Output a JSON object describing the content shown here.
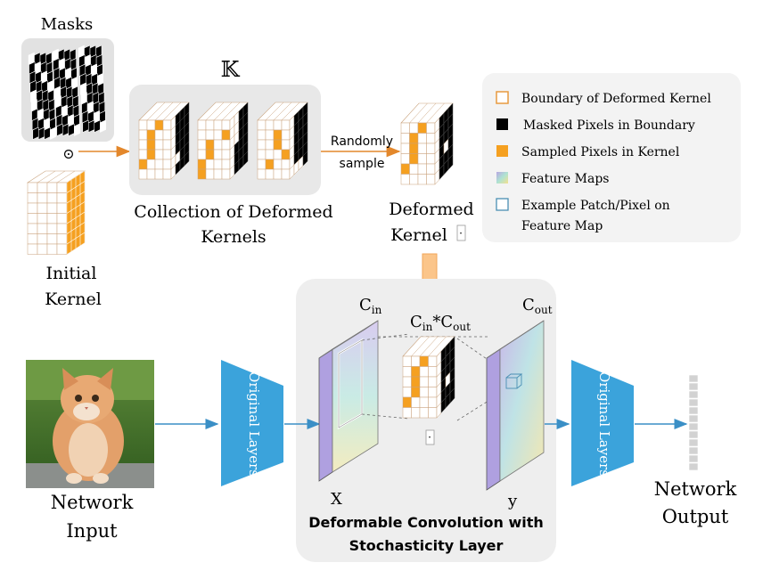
{
  "masks": {
    "title": "Masks"
  },
  "odot": "⊙",
  "initial_kernel": {
    "line1": "Initial",
    "line2": "Kernel"
  },
  "collection": {
    "symbol": "𝕂",
    "line1": "Collection of Deformed",
    "line2": "Kernels"
  },
  "random_sample": {
    "line1": "Randomly",
    "line2": "sample"
  },
  "deformed_kernel": {
    "line1": "Deformed",
    "line2": "Kernel",
    "marker": "·"
  },
  "legend": {
    "items": [
      {
        "label": "Boundary of Deformed Kernel",
        "icon": "orange-outline-square"
      },
      {
        "label": "Masked Pixels in Boundary",
        "icon": "black-square"
      },
      {
        "label": "Sampled Pixels in Kernel",
        "icon": "orange-square"
      },
      {
        "label": "Feature Maps",
        "icon": "gradient-square"
      },
      {
        "label": "Example Patch/Pixel on",
        "label2": "Feature Map",
        "icon": "blue-outline-square"
      }
    ]
  },
  "network_input": {
    "line1": "Network",
    "line2": "Input"
  },
  "original_layers": "Original Layers",
  "conv_block": {
    "cin": "C",
    "cin_sub": "in",
    "cinout_c1": "C",
    "cinout_sub1": "in",
    "cinout_mid": "*C",
    "cinout_sub2": "out",
    "cout": "C",
    "cout_sub": "out",
    "x_label": "X",
    "y_label": "y",
    "kernel_marker": "·",
    "title_line1": "Deformable Convolution with",
    "title_line2": "Stochasticity Layer"
  },
  "network_output": {
    "line1": "Network",
    "line2": "Output"
  },
  "colors": {
    "orange": "#F5A020",
    "blue_layer": "#3BA3DB",
    "arrow_blue": "#3A8FC6",
    "arrow_orange": "#E3872B",
    "panel_gray": "#EEEEEE",
    "legend_bg": "#F3F3F3",
    "grid_line": "#C9A27C"
  }
}
